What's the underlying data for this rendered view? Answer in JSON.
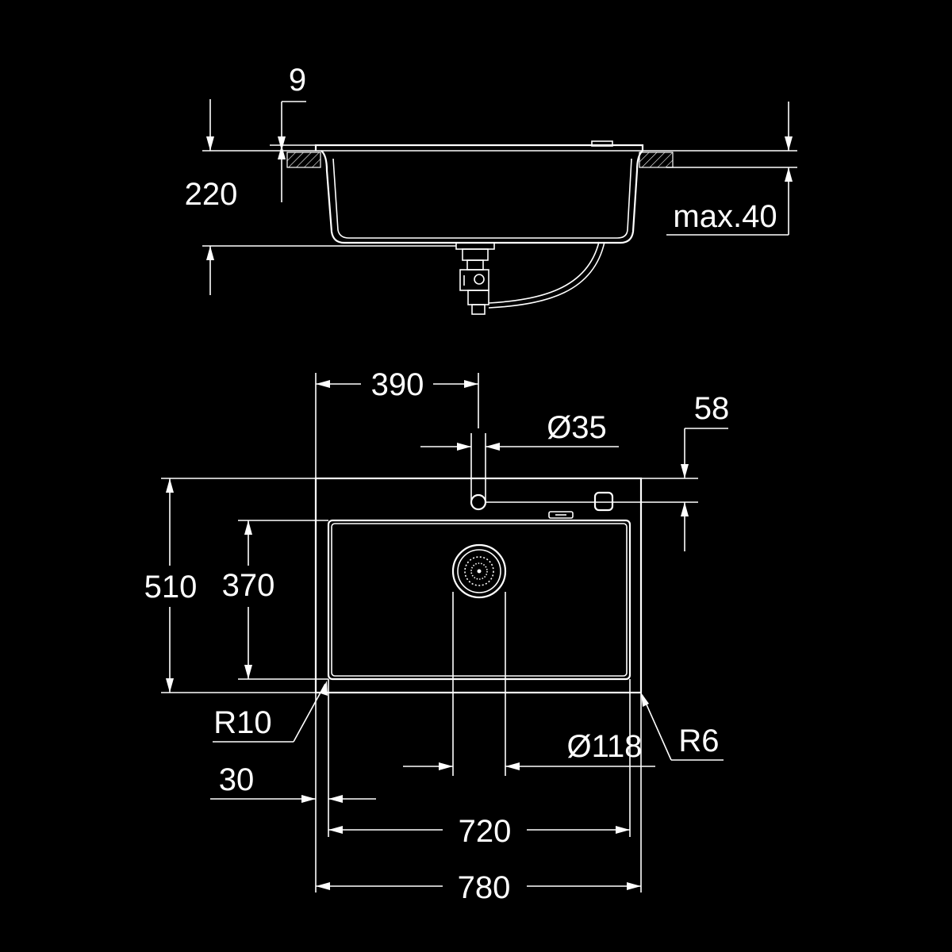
{
  "side_view": {
    "dim_flange": "9",
    "dim_depth": "220",
    "dim_worktop": "max.40"
  },
  "top_view": {
    "dim_tap_offset": "390",
    "dim_tap_hole": "Ø35",
    "dim_tap_edge": "58",
    "dim_overall_depth": "510",
    "dim_bowl_depth": "370",
    "dim_corner_outer": "R10",
    "dim_corner_inner": "R6",
    "dim_waste": "Ø118",
    "dim_rim": "30",
    "dim_bowl_width": "720",
    "dim_overall_width": "780"
  },
  "colors": {
    "background": "#000000",
    "lines": "#ffffff"
  }
}
